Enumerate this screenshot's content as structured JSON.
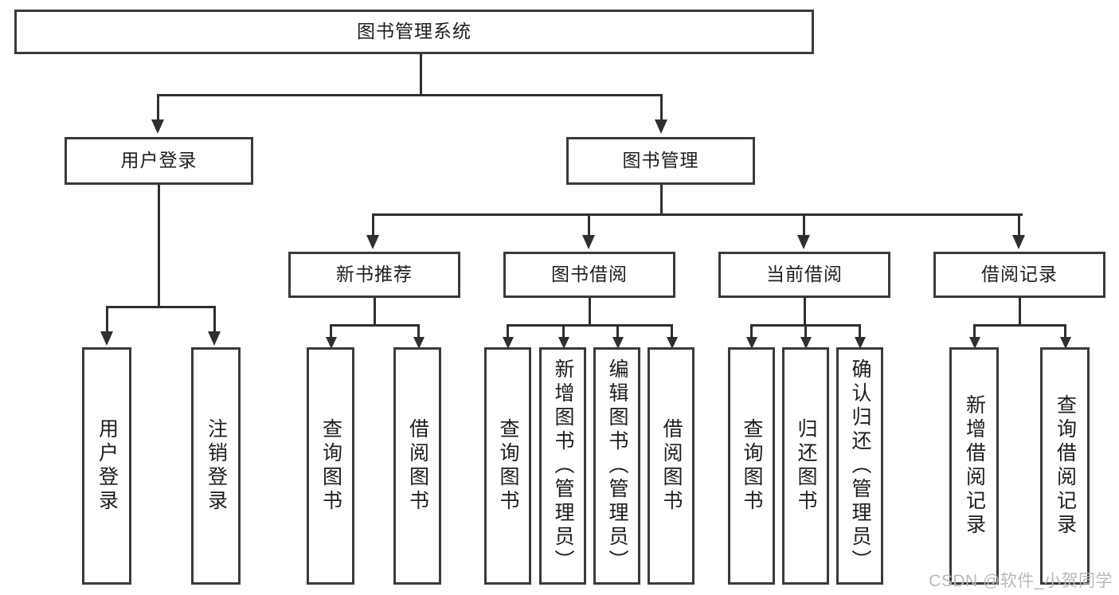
{
  "diagram": {
    "type": "tree-hierarchy",
    "title": "图书管理系统",
    "watermark": "CSDN @软件_小贺同学",
    "colors": {
      "box_border": "#3a3a3a",
      "connector": "#2f2f2f",
      "background": "#ffffff",
      "text": "#1d1d1d",
      "watermark": "#b9b9b9"
    },
    "root": {
      "label": "图书管理系统"
    },
    "level2": [
      {
        "label": "用户登录"
      },
      {
        "label": "图书管理"
      }
    ],
    "level3": [
      {
        "label": "新书推荐"
      },
      {
        "label": "图书借阅"
      },
      {
        "label": "当前借阅"
      },
      {
        "label": "借阅记录"
      }
    ],
    "leaves": {
      "user_login": [
        {
          "label": "用户登录"
        },
        {
          "label": "注销登录"
        }
      ],
      "new_book_recommend": [
        {
          "label": "查询图书"
        },
        {
          "label": "借阅图书"
        }
      ],
      "book_borrow": [
        {
          "label": "查询图书"
        },
        {
          "label": "新增图书（管理员）"
        },
        {
          "label": "编辑图书（管理员）"
        },
        {
          "label": "借阅图书"
        }
      ],
      "current_borrow": [
        {
          "label": "查询图书"
        },
        {
          "label": "归还图书"
        },
        {
          "label": "确认归还（管理员）"
        }
      ],
      "borrow_record": [
        {
          "label": "新增借阅记录"
        },
        {
          "label": "查询借阅记录"
        }
      ]
    }
  }
}
